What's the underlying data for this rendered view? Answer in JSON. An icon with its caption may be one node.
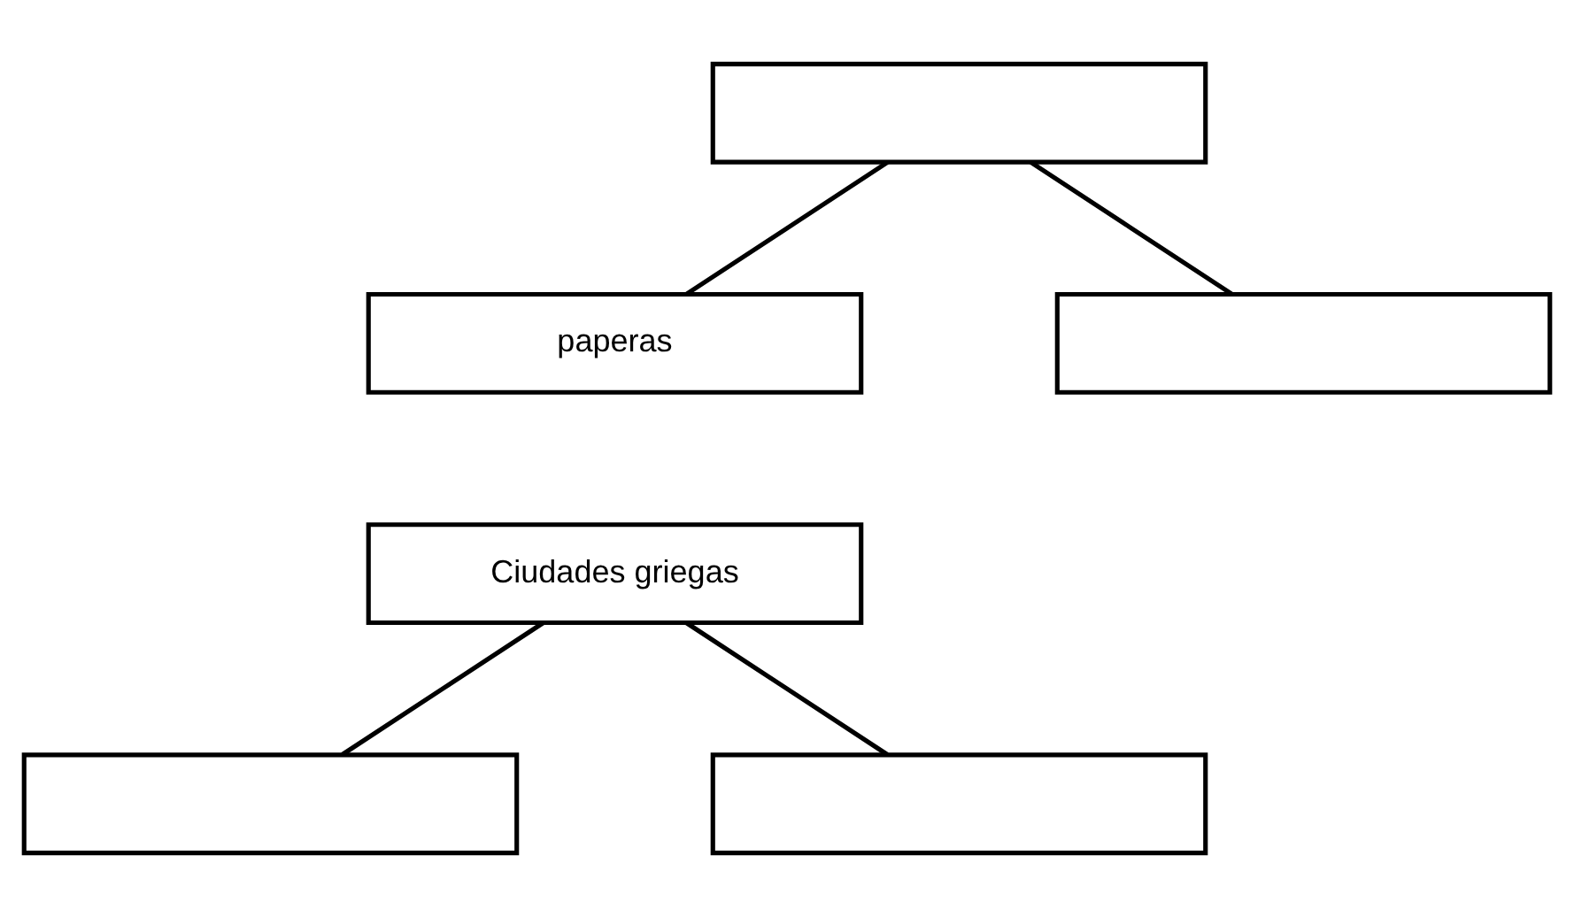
{
  "diagram": {
    "nodes": [
      {
        "text": [],
        "shape": "box"
      },
      {
        "text": [
          "paperas"
        ]
      },
      {
        "text": [],
        "shape": "box"
      },
      {
        "text": [
          "Ciudades griegas"
        ]
      },
      {
        "text": [],
        "shape": "box"
      },
      {
        "text": [],
        "shape": "box"
      }
    ],
    "edges": [
      {
        "from": 0,
        "to": 1,
        "arrow": "none"
      },
      {
        "from": 0,
        "to": 2,
        "arrow": "none"
      },
      {
        "from": 3,
        "to": 4,
        "arrow": "none"
      },
      {
        "from": 3,
        "to": 5,
        "arrow": "none"
      }
    ]
  }
}
